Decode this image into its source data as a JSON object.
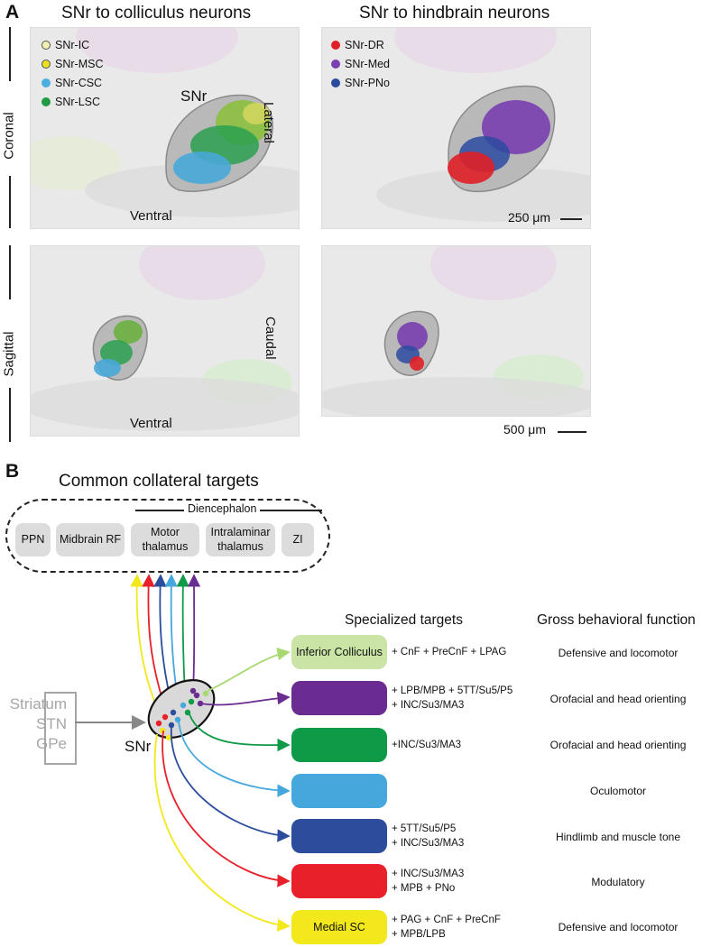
{
  "panel_a": {
    "letter": "A",
    "col_left_title": "SNr to colliculus neurons",
    "col_right_title": "SNr to hindbrain neurons",
    "row_top_label": "Coronal",
    "row_bottom_label": "Sagittal",
    "legend_left": [
      {
        "label": "SNr-IC",
        "color": "#f0f0b0"
      },
      {
        "label": "SNr-MSC",
        "color": "#e8e020"
      },
      {
        "label": "SNr-CSC",
        "color": "#4aaee0"
      },
      {
        "label": "SNr-LSC",
        "color": "#1f9a45"
      }
    ],
    "legend_right": [
      {
        "label": "SNr-DR",
        "color": "#e02027"
      },
      {
        "label": "SNr-Med",
        "color": "#7a3fb0"
      },
      {
        "label": "SNr-PNo",
        "color": "#2b4aa0"
      }
    ],
    "snr_label": "SNr",
    "lateral_label": "Lateral",
    "ventral_top": "Ventral",
    "caudal_label": "Caudal",
    "ventral_bottom": "Ventral",
    "scale_top": "250 μm",
    "scale_bottom": "500 μm"
  },
  "panel_b": {
    "letter": "B",
    "common_title": "Common collateral targets",
    "diencephalon": "Diencephalon",
    "common_targets": [
      "PPN",
      "Midbrain RF",
      "Motor thalamus",
      "Intralaminar thalamus",
      "ZI"
    ],
    "specialized_header": "Specialized targets",
    "function_header": "Gross behavioral function",
    "inputs": [
      "Striatum",
      "STN",
      "GPe"
    ],
    "snr_label": "SNr",
    "rows": [
      {
        "box_label": "Inferior Colliculus",
        "color": "#c9e4a4",
        "targets": [
          "+ CnF + PreCnF + LPAG"
        ],
        "function": "Defensive and locomotor"
      },
      {
        "box_label": "",
        "color": "#6a2c90",
        "targets": [
          "+ LPB/MPB + 5TT/Su5/P5",
          "+ INC/Su3/MA3"
        ],
        "function": "Orofacial and head orienting"
      },
      {
        "box_label": "",
        "color": "#0f9a48",
        "targets": [
          "+INC/Su3/MA3"
        ],
        "function": "Orofacial and head orienting"
      },
      {
        "box_label": "",
        "color": "#45a7dc",
        "targets": [],
        "function": "Oculomotor"
      },
      {
        "box_label": "",
        "color": "#2c4c9c",
        "targets": [
          "+ 5TT/Su5/P5",
          "+ INC/Su3/MA3"
        ],
        "function": "Hindlimb and muscle tone"
      },
      {
        "box_label": "",
        "color": "#e8202a",
        "targets": [
          "+ INC/Su3/MA3",
          "+ MPB + PNo"
        ],
        "function": "Modulatory"
      },
      {
        "box_label": "Medial SC",
        "color": "#f2e81c",
        "targets": [
          "+ PAG + CnF + PreCnF",
          "+ MPB/LPB"
        ],
        "function": "Defensive and locomotor"
      }
    ]
  }
}
